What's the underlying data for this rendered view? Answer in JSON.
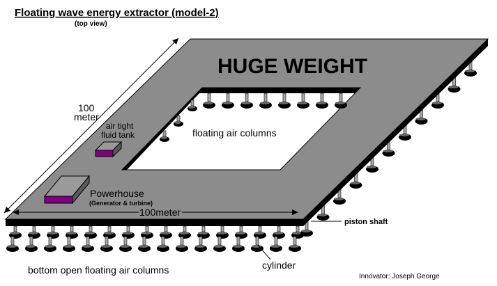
{
  "title": "Floating wave energy extractor (model-2)",
  "subtitle": "(top view)",
  "labels": {
    "huge_weight": "HUGE WEIGHT",
    "floating_air_columns": "floating air columns",
    "air_tight_line1": "air tight",
    "air_tight_line2": "fluid tank",
    "powerhouse": "Powerhouse",
    "powerhouse_sub": "(Generator & turbine)",
    "width_value": "100",
    "width_unit": "meter",
    "length": "100meter",
    "piston_shaft": "piston shaft",
    "bottom_columns": "bottom open floating air columns",
    "cylinder": "cylinder",
    "innovator": "Innovator: Joseph George"
  },
  "colors": {
    "platform": "#8c8c8c",
    "edge": "#000000",
    "tank": "#800080",
    "shaft": "#a8a8a8"
  }
}
